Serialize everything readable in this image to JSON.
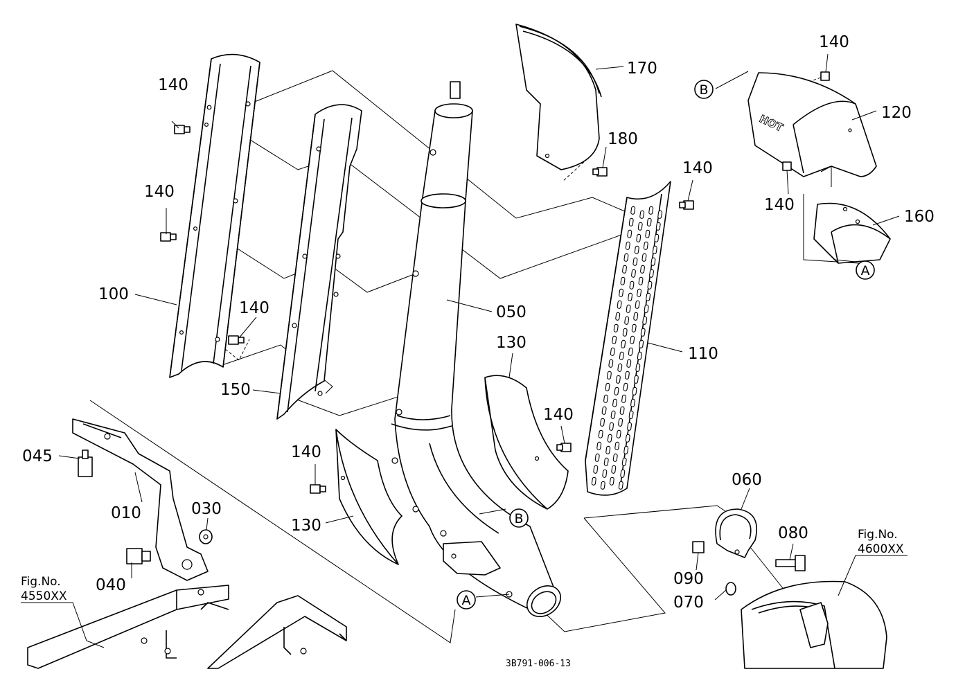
{
  "labels": {
    "p010": "010",
    "p030": "030",
    "p040": "040",
    "p045": "045",
    "p050": "050",
    "p060": "060",
    "p070": "070",
    "p080": "080",
    "p090": "090",
    "p100": "100",
    "p110": "110",
    "p120": "120",
    "p130": "130",
    "p140": "140",
    "p150": "150",
    "p160": "160",
    "p170": "170",
    "p180": "180"
  },
  "refs": {
    "fig_left_prefix": "Fig.No.",
    "fig_left_number": "4550XX",
    "fig_right_prefix": "Fig.No.",
    "fig_right_number": "4600XX"
  },
  "markers": {
    "a": "A",
    "b": "B"
  },
  "decal": {
    "hot": "HOT"
  },
  "drawing_code": "3B791-006-13"
}
